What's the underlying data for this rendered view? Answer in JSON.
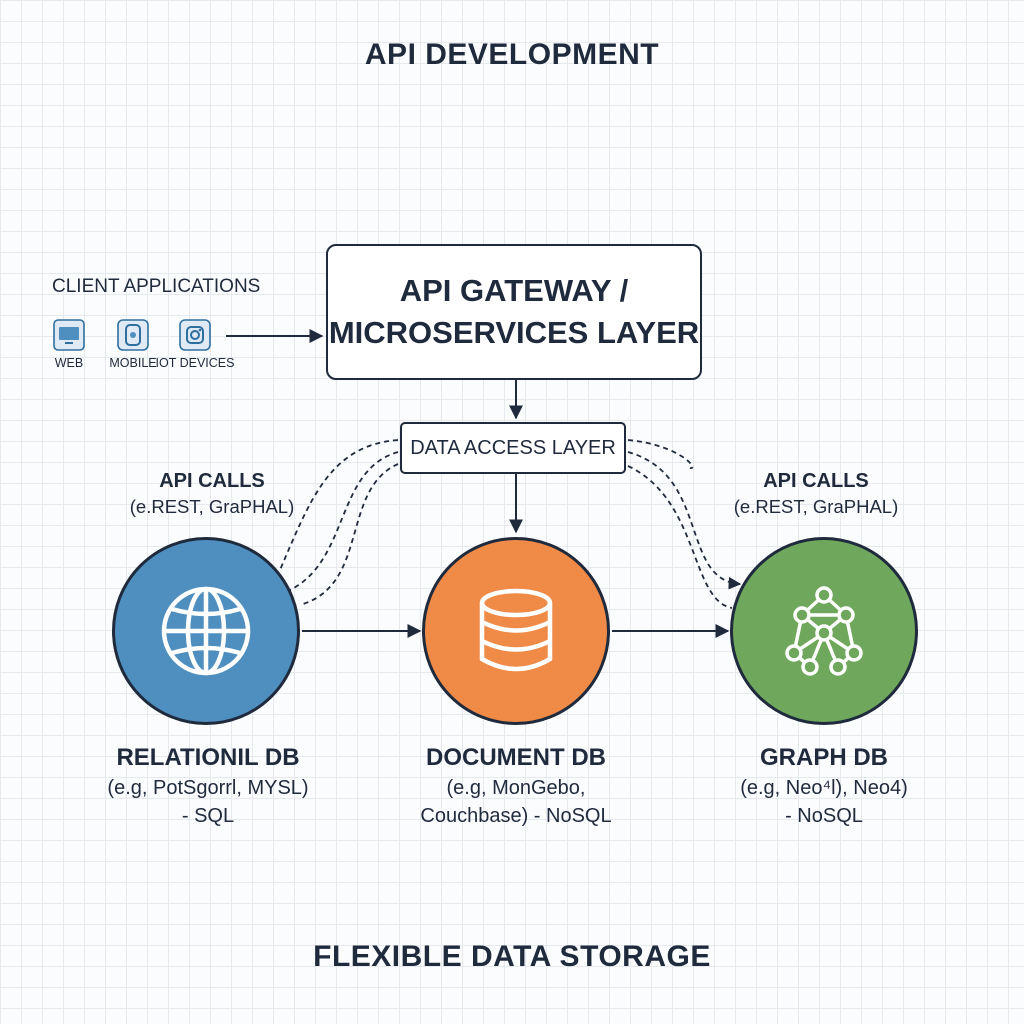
{
  "title": "API DEVELOPMENT",
  "footer": "FLEXIBLE DATA STORAGE",
  "client": {
    "title": "CLIENT APPLICATIONS",
    "items": [
      {
        "label": "WEB",
        "icon": "monitor-icon"
      },
      {
        "label": "MOBILE",
        "icon": "mobile-icon"
      },
      {
        "label": "IOT DEVICES",
        "icon": "iot-device-icon"
      }
    ]
  },
  "gateway": {
    "line1": "API GATEWAY /",
    "line2": "MICROSERVICES LAYER"
  },
  "data_access": "DATA ACCESS LAYER",
  "api_calls": [
    {
      "title": "API CALLS",
      "sub": "(e.REST, GraPHAL)"
    },
    {
      "title": "API CALLS",
      "sub": "(e.REST, GraPHAL)"
    }
  ],
  "databases": [
    {
      "name": "RELATIONIL DB",
      "line1": "(e.g, PotSgorrl, MYSL)",
      "line2": "- SQL",
      "color": "#4f8fbf",
      "icon": "globe-icon"
    },
    {
      "name": "DOCUMENT DB",
      "line1": "(e.g, MonGebo,",
      "line2": "Couchbase) - NoSQL",
      "color": "#ef8a47",
      "icon": "database-icon"
    },
    {
      "name": "GRAPH DB",
      "line1": "(e.g, Neo⁴l), Neo4)",
      "line2": "- NoSQL",
      "color": "#6fa85c",
      "icon": "graph-network-icon"
    }
  ],
  "colors": {
    "ink": "#1f2a3c",
    "grid": "#e6eaef"
  }
}
